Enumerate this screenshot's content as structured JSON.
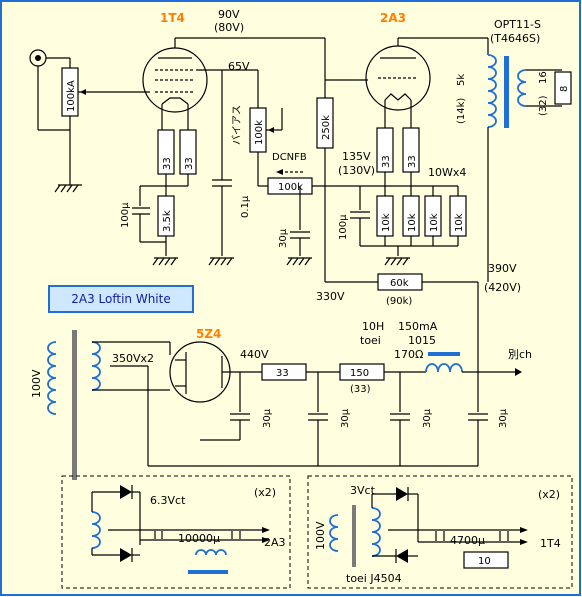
{
  "title_badge": "2A3 Loftin White",
  "tubes": {
    "driver": "1T4",
    "output": "2A3",
    "rectifier": "5Z4"
  },
  "voltages": {
    "driver_plate": "90V",
    "driver_plate_alt": "(80V)",
    "screen": "65V",
    "output_grid": "135V",
    "output_grid_alt": "(130V)",
    "bplus_low": "330V",
    "bplus_high": "390V",
    "bplus_high_alt": "(420V)",
    "rect_out": "440V"
  },
  "transformer": {
    "name": "OPT11-S",
    "alt": "(T4646S)",
    "primary": "5k",
    "primary_alt": "(14k)",
    "secondary": "16",
    "secondary_alt": "(32)",
    "load": "8"
  },
  "components": {
    "volume": "100kA",
    "r_cathode1": "33",
    "r_cathode2": "33",
    "r_bias": "3.5k",
    "c_bias": "100μ",
    "bias_label": "バイアス",
    "bias_pot": "100k",
    "c_couple": "0.1μ",
    "r_plate": "250k",
    "r_dcnfb": "100k",
    "dcnfb": "DCNFB",
    "r_grid1": "33",
    "r_grid2": "33",
    "r_cath_out": "10k",
    "r_cath_note": "10Wx4",
    "c_out_cath": "100μ",
    "c_screen": "30μ",
    "r_drop": "60k",
    "r_drop_alt": "(90k)",
    "psu_r1": "33",
    "psu_r2": "150",
    "psu_r2_alt": "(33)",
    "choke": "10H",
    "choke_maker": "toei",
    "choke_model": "1015",
    "choke_current": "150mA",
    "choke_dcr": "170Ω",
    "psu_c": "30μ",
    "other_ch": "別ch",
    "pt_primary": "100V",
    "pt_secondary": "350Vx2"
  },
  "heater_left": {
    "winding": "6.3Vct",
    "cap": "10000μ",
    "to": "2A3",
    "count": "(x2)"
  },
  "heater_right": {
    "winding": "3Vct",
    "primary": "100V",
    "cap": "4700μ",
    "r": "10",
    "to": "1T4",
    "count": "(x2)",
    "transformer": "toei J4504"
  }
}
